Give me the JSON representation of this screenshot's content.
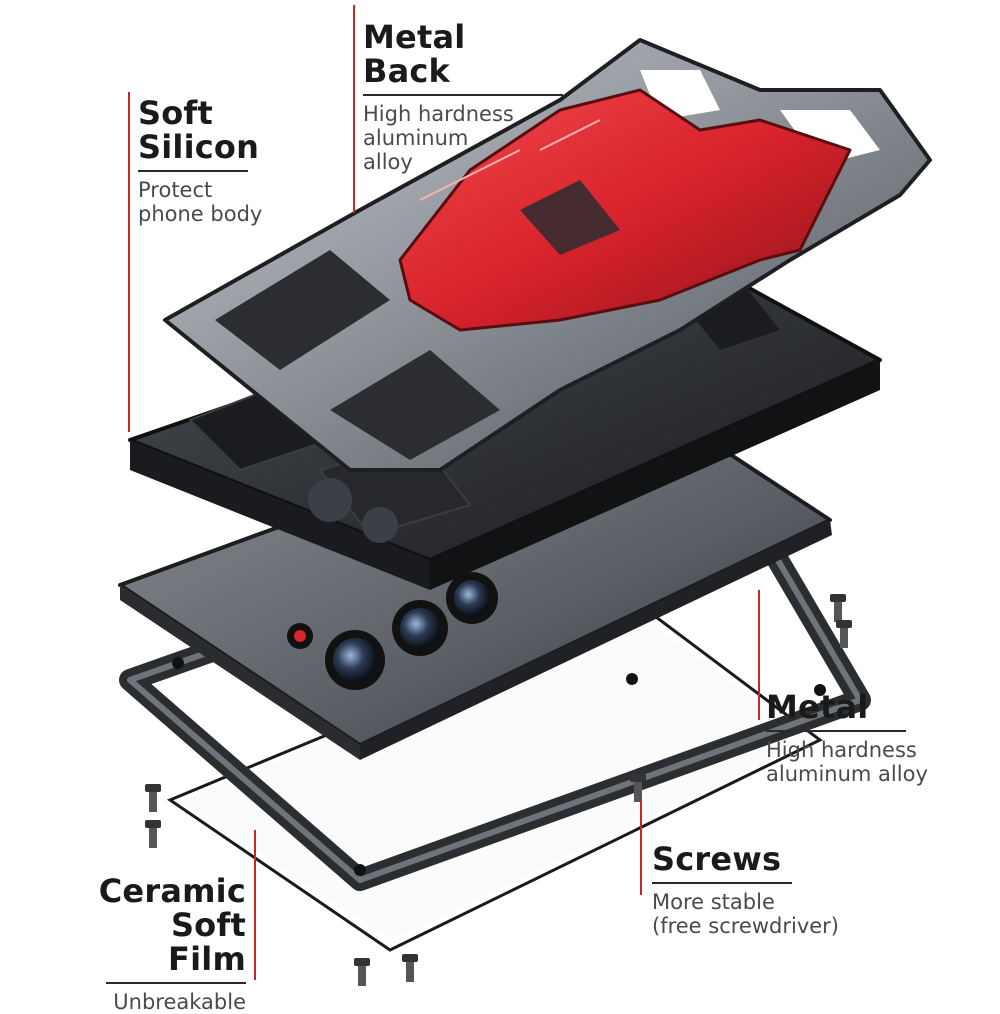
{
  "labels": {
    "metal_back": {
      "title": "Metal Back",
      "sub1": "High hardness",
      "sub2": "aluminum",
      "sub3": "alloy"
    },
    "soft_silicon": {
      "title": "Soft Silicon",
      "sub1": "Protect",
      "sub2": "phone body"
    },
    "metal": {
      "title": "Metal",
      "sub1": "High hardness",
      "sub2": "aluminum alloy"
    },
    "screws": {
      "title": "Screws",
      "sub1": "More stable",
      "sub2": "(free screwdriver)"
    },
    "ceramic": {
      "title1": "Ceramic",
      "title2": "Soft Film",
      "sub1": "Unbreakable"
    }
  },
  "colors": {
    "accent_red": "#d9232d",
    "line_red": "#c62828",
    "metal_dark": "#2b2d31",
    "metal_gray": "#8a8f96"
  }
}
